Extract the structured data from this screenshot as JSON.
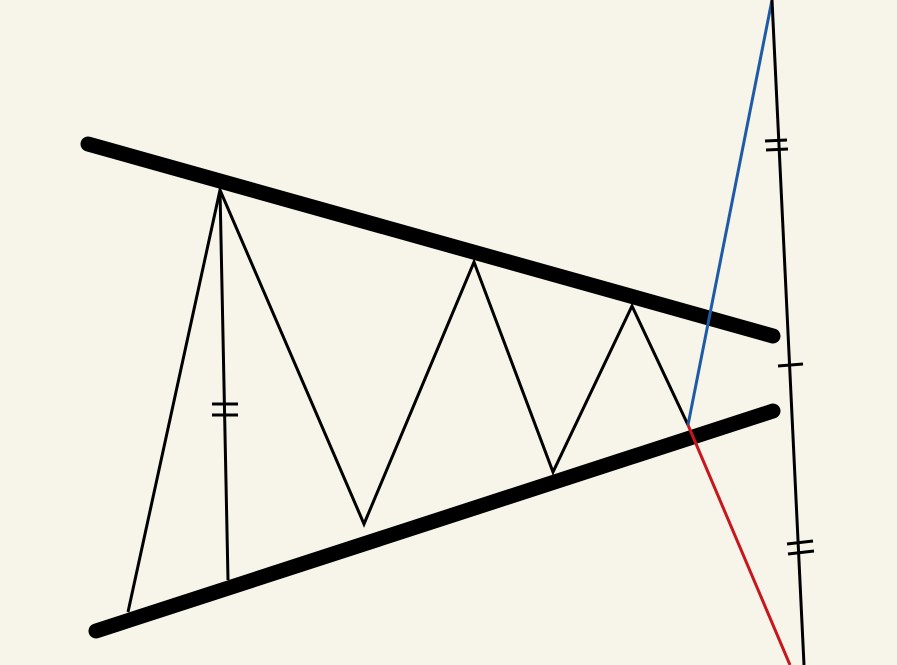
{
  "diagram": {
    "type": "symmetrical triangle chart pattern",
    "colors": {
      "background": "#f7f5ea",
      "trendlines": "#000000",
      "price_path": "#000000",
      "measure_lines": "#000000",
      "breakout_up": "#1f5aa6",
      "breakout_down": "#c8161d"
    },
    "elements": [
      "upper-trendline",
      "lower-trendline",
      "price-zigzag",
      "pattern-height-measure",
      "projection-measure",
      "bullish-breakout-line",
      "bearish-breakout-line",
      "equal-length-tick-marks"
    ]
  }
}
